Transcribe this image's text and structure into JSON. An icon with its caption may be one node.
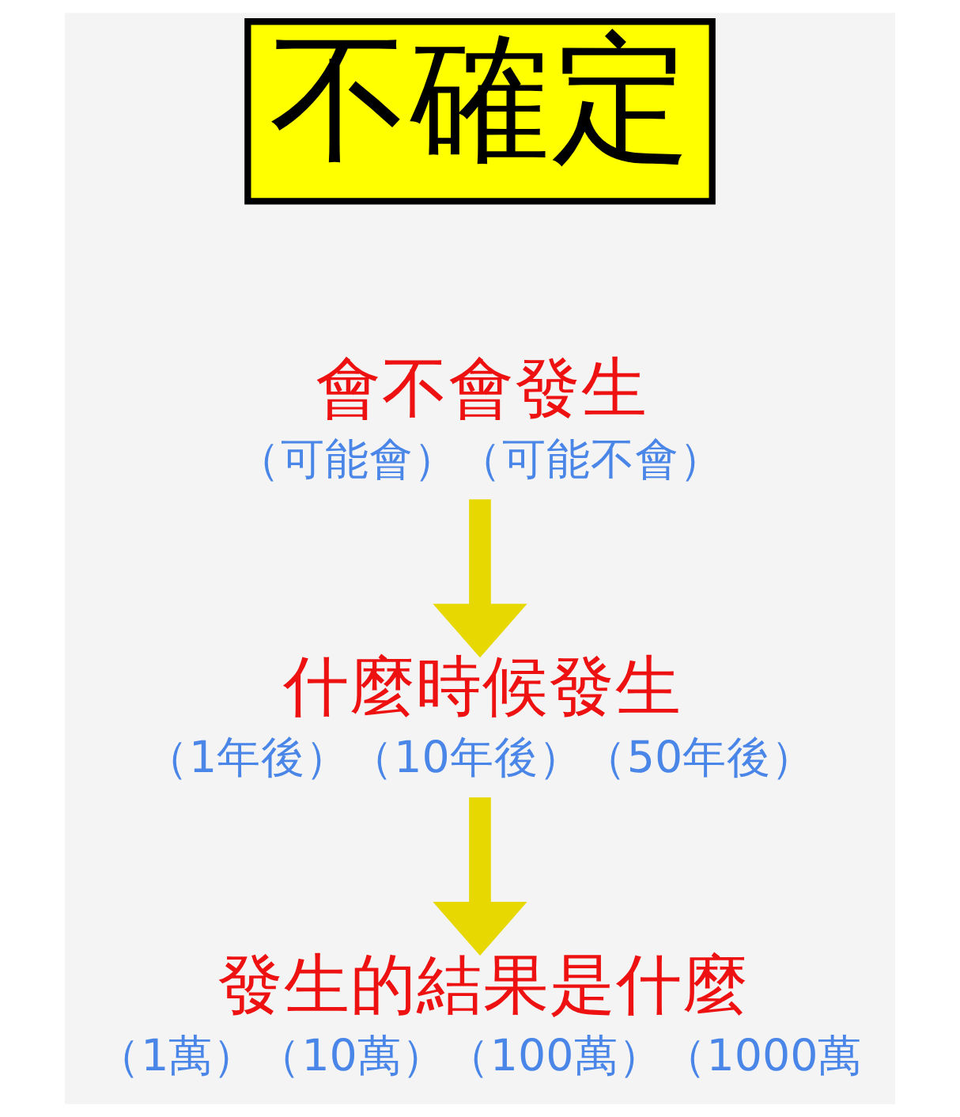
{
  "diagram": {
    "nodes": [
      {
        "text": [
          "不確定"
        ]
      },
      {
        "text": [
          "會不會發生",
          "（可能會）（可能不會）"
        ]
      },
      {
        "text": [
          "什麼時候發生",
          "（1年後）（10年後）（50年後）"
        ]
      },
      {
        "text": [
          "發生的結果是什麼",
          "（1萬）（10萬）（100萬）（1000萬"
        ]
      }
    ],
    "edges": [
      {
        "from": 1,
        "to": 2,
        "arrow": "to"
      },
      {
        "from": 2,
        "to": 3,
        "arrow": "to"
      }
    ]
  }
}
